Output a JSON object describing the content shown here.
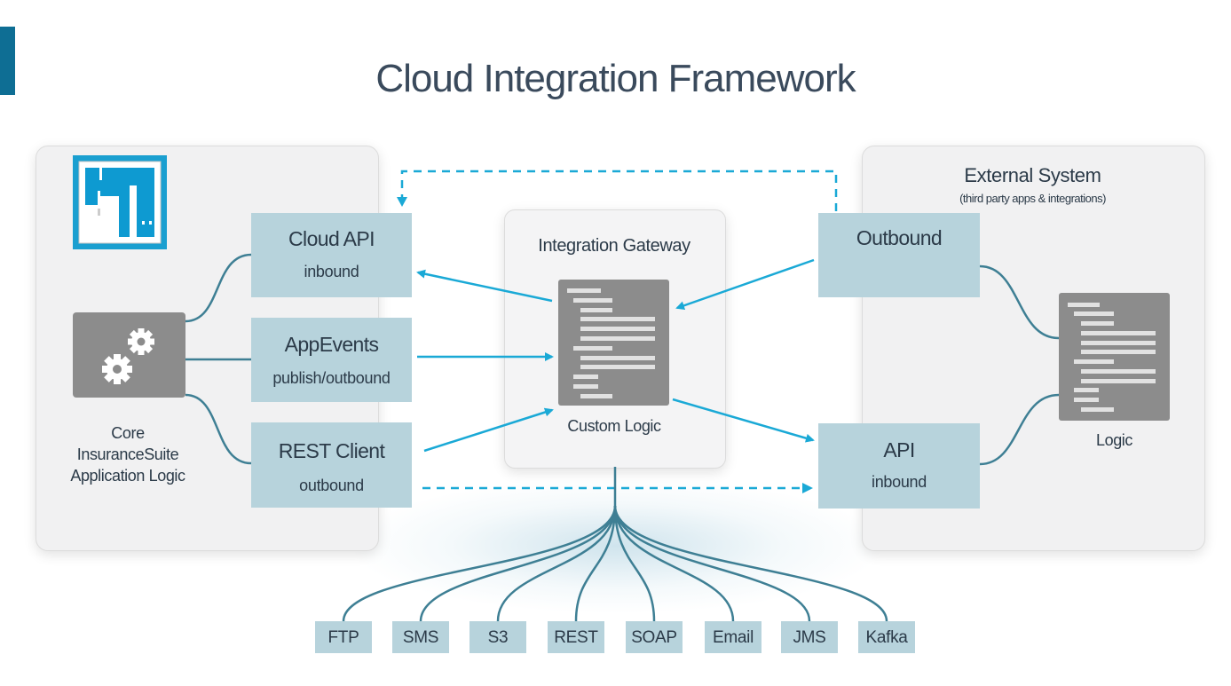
{
  "title": "Cloud Integration Framework",
  "colors": {
    "accent": "#0e6e94",
    "arrow": "#1aa9d6",
    "wire": "#3e7f94",
    "box": "#b7d3dc",
    "panel": "#f1f1f2"
  },
  "left_panel": {
    "logo_icon": "guidewire-logo-icon",
    "gear_icon": "gears-icon",
    "core_label": [
      "Core",
      "InsuranceSuite",
      "Application Logic"
    ],
    "boxes": [
      {
        "main": "Cloud API",
        "sub": "inbound"
      },
      {
        "main": "AppEvents",
        "sub": "publish/outbound"
      },
      {
        "main": "REST Client",
        "sub": "outbound"
      }
    ]
  },
  "gateway": {
    "title": "Integration Gateway",
    "code_icon": "code-document-icon",
    "caption": "Custom Logic"
  },
  "right_panel": {
    "title": "External System",
    "subtitle": "(third party apps & integrations)",
    "boxes": [
      {
        "main": "Outbound",
        "sub": ""
      },
      {
        "main": "API",
        "sub": "inbound"
      }
    ],
    "logic_label": "Logic"
  },
  "protocols": [
    "FTP",
    "SMS",
    "S3",
    "REST",
    "SOAP",
    "Email",
    "JMS",
    "Kafka"
  ]
}
